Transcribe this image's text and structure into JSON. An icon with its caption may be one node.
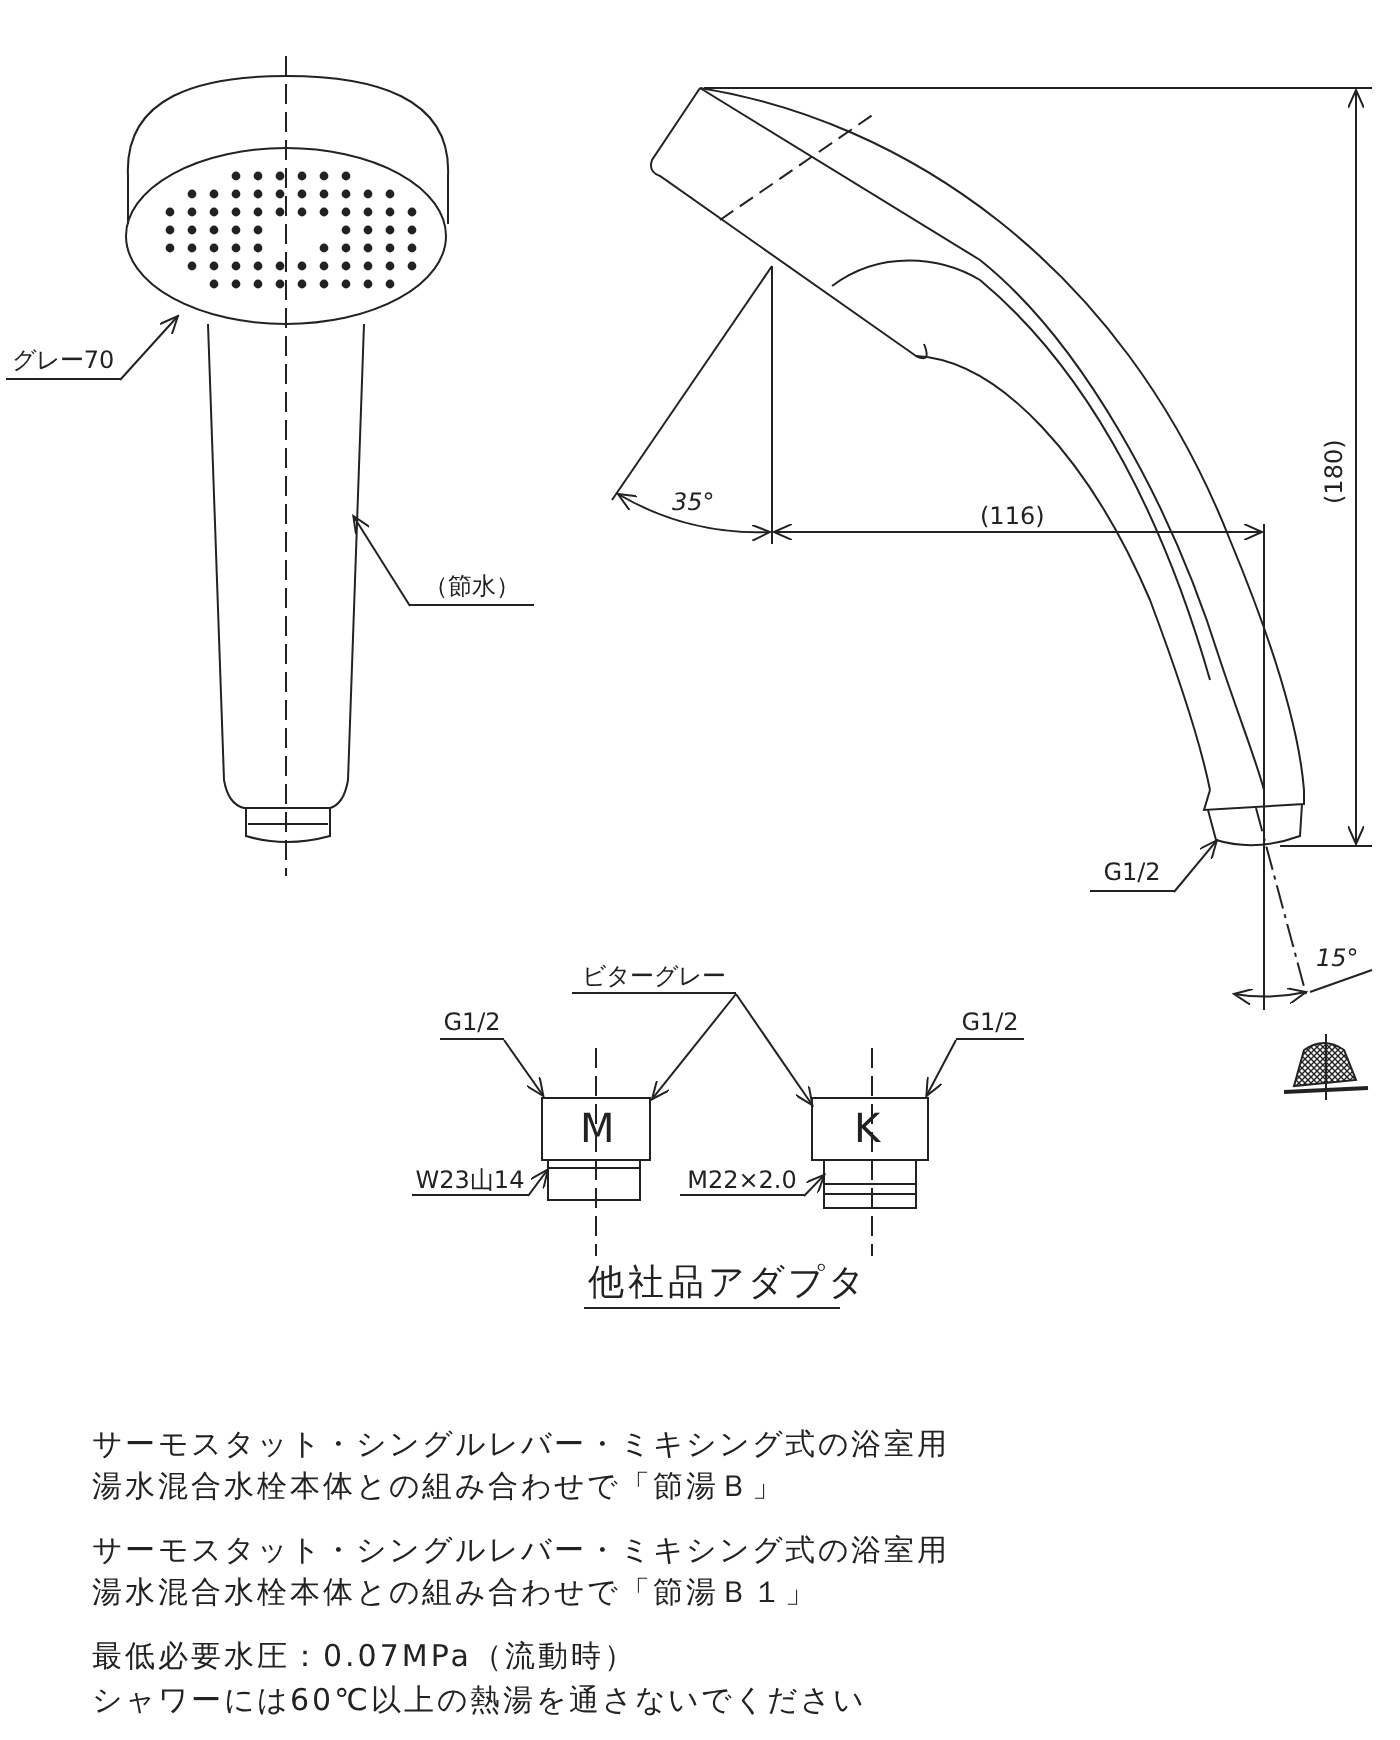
{
  "diagram": {
    "nodes": [
      {
        "text": [
          "グレー70"
        ]
      },
      {
        "text": [],
        "shape": "picture"
      },
      {
        "text": [
          "（節水）"
        ]
      },
      {
        "text": [],
        "shape": "picture"
      },
      {
        "text": [
          "G1/2"
        ]
      },
      {
        "text": [
          "G1/2"
        ]
      },
      {
        "text": [
          "ビターグレー"
        ]
      },
      {
        "text": [
          "G1/2"
        ]
      },
      {
        "text": [
          "M"
        ]
      },
      {
        "text": [
          "K"
        ]
      },
      {
        "text": [
          "W23山14"
        ]
      },
      {
        "text": [
          "M22×2.0"
        ]
      }
    ],
    "edges": [
      {
        "from": 0,
        "to": 1,
        "arrow": "to"
      },
      {
        "from": 2,
        "to": 1,
        "arrow": "to"
      },
      {
        "from": 4,
        "to": 3,
        "arrow": "to"
      },
      {
        "from": 5,
        "to": 8,
        "arrow": "to"
      },
      {
        "from": 6,
        "to": 8,
        "arrow": "to"
      },
      {
        "from": 6,
        "to": 9,
        "arrow": "to"
      },
      {
        "from": 7,
        "to": 9,
        "arrow": "to"
      },
      {
        "from": 10,
        "to": 8,
        "arrow": "to"
      },
      {
        "from": 11,
        "to": 9,
        "arrow": "to"
      }
    ],
    "labels": [
      "(180)",
      "35°",
      "(116)",
      "15°",
      "他社品アダプタ",
      "サーモスタット・シングルレバー・ミキシング式の浴室用湯水混合水栓本体との組み合わせで「節湯Ｂ」",
      "サーモスタット・シングルレバー・ミキシング式の浴室用湯水混合水栓本体との組み合わせで「節湯Ｂ１」",
      "最低必要水圧：0.07MPa（流動時）",
      "シャワーには60℃以上の熱湯を通さないでください"
    ]
  }
}
